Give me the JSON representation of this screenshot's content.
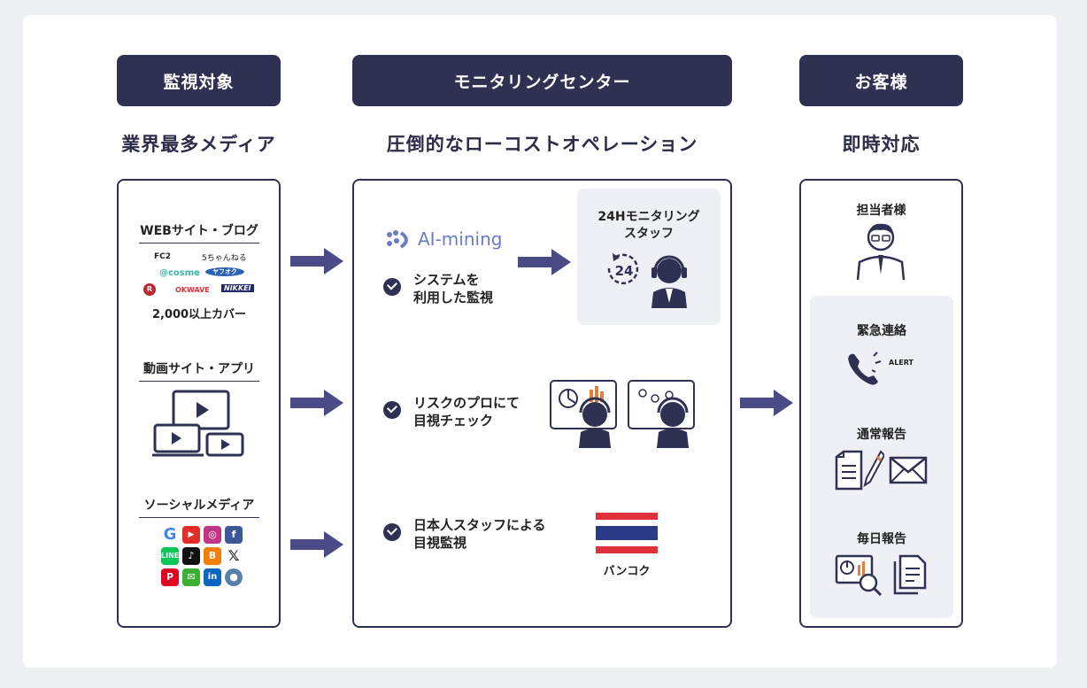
{
  "columns": {
    "left": {
      "header": "監視対象",
      "subtitle": "業界最多メディア",
      "sections": {
        "web": {
          "title": "WEBサイト・ブログ",
          "logos": [
            "FC2",
            "5ちゃんねる",
            "@cosme",
            "ヤフオク",
            "R",
            "OKWAVE",
            "NIKKEI"
          ],
          "coverage": "2,000以上カバー"
        },
        "video": {
          "title": "動画サイト・アプリ"
        },
        "social": {
          "title": "ソーシャルメディア",
          "icons": [
            "google-icon",
            "youtube-icon",
            "instagram-icon",
            "facebook-icon",
            "line-icon",
            "tiktok-icon",
            "blogger-icon",
            "x-icon",
            "pinterest-icon",
            "wechat-icon",
            "linkedin-icon",
            "location-pin-icon"
          ]
        }
      }
    },
    "middle": {
      "header": "モニタリングセンター",
      "subtitle": "圧倒的なローコストオペレーション",
      "logo_text": "AI-mining",
      "staff_box_title": "24Hモニタリング\nスタッフ",
      "clock_text": "24",
      "rows": {
        "system": "システムを\n利用した監視",
        "risk": "リスクのプロにて\n目視チェック",
        "japanese": "日本人スタッフによる\n目視監視"
      },
      "location": "バンコク"
    },
    "right": {
      "header": "お客様",
      "subtitle": "即時対応",
      "contact": "担当者様",
      "urgent": "緊急連絡",
      "alert": "ALERT",
      "regular": "通常報告",
      "daily": "毎日報告"
    }
  },
  "colors": {
    "navy": "#2f3153",
    "arrow": "#4a4a86",
    "light_panel": "#eef0f5",
    "thai_red": "#e0313b",
    "thai_blue": "#2a3a87"
  }
}
